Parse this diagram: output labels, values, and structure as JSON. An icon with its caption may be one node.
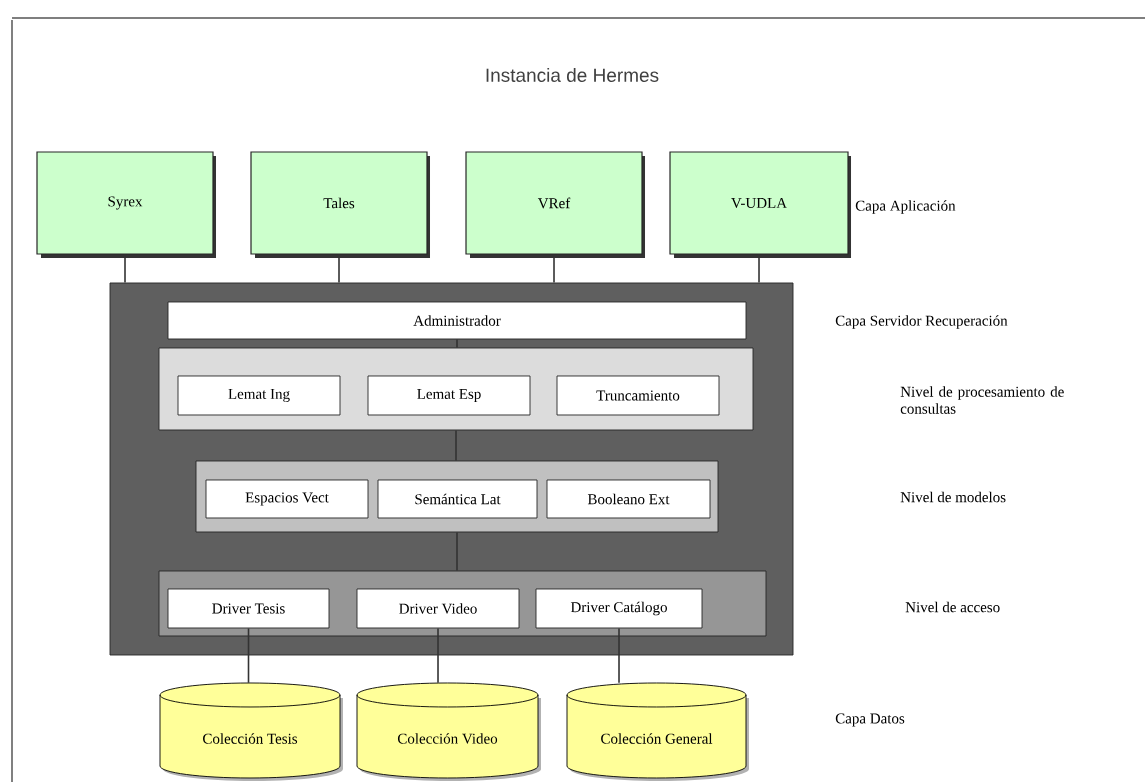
{
  "diagram": {
    "title": "Instancia de Hermes",
    "nodes": [
      {
        "text": [
          "Syrex"
        ]
      },
      {
        "text": [
          "Tales"
        ]
      },
      {
        "text": [
          "VRef"
        ]
      },
      {
        "text": [
          "V-UDLA"
        ]
      },
      {
        "text": [],
        "shape": "box"
      },
      {
        "text": [
          "Administrador"
        ],
        "in": 4
      },
      {
        "text": [],
        "shape": "box",
        "in": 4
      },
      {
        "text": [
          "Lemat Ing"
        ],
        "in": 6
      },
      {
        "text": [
          "Lemat Esp"
        ],
        "in": 6
      },
      {
        "text": [
          "Truncamiento"
        ],
        "in": 6
      },
      {
        "text": [],
        "shape": "box",
        "in": 4
      },
      {
        "text": [
          "Espacios Vect"
        ],
        "in": 10
      },
      {
        "text": [
          "Semántica Lat"
        ],
        "in": 10
      },
      {
        "text": [
          "Booleano Ext"
        ],
        "in": 10
      },
      {
        "text": [],
        "shape": "box",
        "in": 4
      },
      {
        "text": [
          "Driver Tesis"
        ],
        "in": 14
      },
      {
        "text": [
          "Driver Video"
        ],
        "in": 14
      },
      {
        "text": [
          "Driver Catálogo"
        ],
        "in": 14
      },
      {
        "text": [
          "Colección Tesis"
        ]
      },
      {
        "text": [
          "Colección Video"
        ]
      },
      {
        "text": [
          "Colección General"
        ]
      }
    ],
    "edges": [
      {
        "from": 0,
        "to": 4,
        "arrow": "none"
      },
      {
        "from": 1,
        "to": 4,
        "arrow": "none"
      },
      {
        "from": 2,
        "to": 4,
        "arrow": "none"
      },
      {
        "from": 3,
        "to": 4,
        "arrow": "none"
      },
      {
        "from": 5,
        "to": 6,
        "arrow": "none"
      },
      {
        "from": 6,
        "to": 10,
        "arrow": "none"
      },
      {
        "from": 10,
        "to": 14,
        "arrow": "none"
      },
      {
        "from": 15,
        "to": 18,
        "arrow": "none"
      },
      {
        "from": 16,
        "to": 19,
        "arrow": "none"
      },
      {
        "from": 17,
        "to": 20,
        "arrow": "none"
      }
    ],
    "labels": [
      "Capa Aplicación",
      "Capa Servidor Recuperación",
      "Nivel de procesamiento de consultas",
      "Nivel de modelos",
      "Nivel de acceso",
      "Capa Datos"
    ]
  }
}
